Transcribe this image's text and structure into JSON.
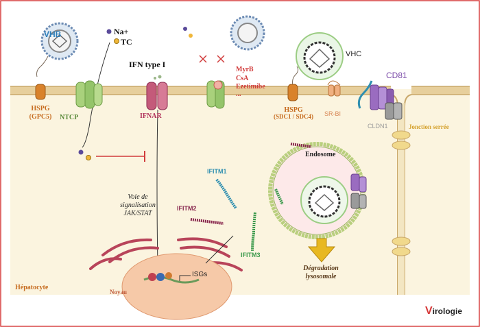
{
  "labels": {
    "vhb": "VHB",
    "na": "Na+",
    "tc": "TC",
    "ifn": "IFN type I",
    "inhib1": "MyrB",
    "inhib2": "CsA",
    "inhib3": "Ezetimibe",
    "inhib4": "...",
    "vhc": "VHC",
    "cd81": "CD81",
    "hspg_l1": "HSPG",
    "hspg_l2": "(GPC5)",
    "ntcp": "NTCP",
    "ifnar": "IFNAR",
    "hspg_r1": "HSPG",
    "hspg_r2": "(SDC1 / SDC4)",
    "srbi": "SR-BI",
    "cldn1": "CLDN1",
    "jonction": "Jonction serrée",
    "endosome": "Endosome",
    "ifitm1": "IFITM1",
    "ifitm2": "IFITM2",
    "ifitm3": "IFITM3",
    "voie1": "Voie de",
    "voie2": "signalisation",
    "voie3": "JAK/STAT",
    "isgs": "ISGs",
    "noyau": "Noyau",
    "hepatocyte": "Hépatocyte",
    "degr1": "Dégradation",
    "degr2": "lysosomale",
    "logo_v": "V",
    "logo_rest": "irologie"
  },
  "colors": {
    "frame": "#d63a3a",
    "cytoplasm": "#fbf4df",
    "membrane": "#d9b77a",
    "hspg": "#d9822b",
    "ntcp": "#a9d17c",
    "ifnar": "#c45a7a",
    "srbi": "#f0b080",
    "cd81": "#9a6cc0",
    "cldn1": "#9a9a9a",
    "ifitm1": "#2f8fb0",
    "ifitm2": "#8a2a50",
    "ifitm3": "#3c9a4c",
    "er": "#b8445a",
    "nucleus": "#f6c9a8",
    "endosome_ring": "#b9cf7e",
    "arrow_yellow": "#e8b820",
    "inhibitor": "#d13b3b"
  }
}
